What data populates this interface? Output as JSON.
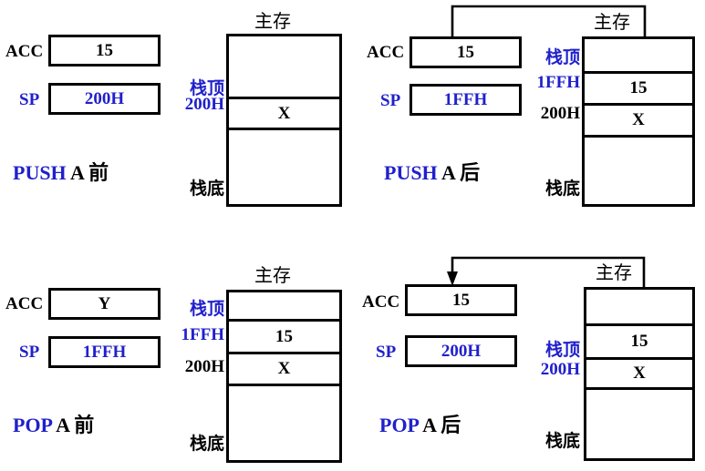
{
  "colors": {
    "accent_blue": "#2020cc",
    "ink_black": "#000000",
    "background": "#ffffff"
  },
  "diagram": {
    "title_memory": "主存",
    "stack_top_label": "栈顶",
    "stack_bottom_label": "栈底",
    "register_acc_label": "ACC",
    "register_sp_label": "SP"
  },
  "panels": [
    {
      "id": "push-before",
      "caption_op": "PUSH",
      "caption_rest": " A 前",
      "acc_label": "ACC",
      "acc_label_color": "black",
      "acc_value": "15",
      "acc_value_color": "black",
      "sp_label": "SP",
      "sp_label_color": "blue",
      "sp_value": "200H",
      "sp_value_color": "blue",
      "memory_title": "主存",
      "stack_top_marker": "栈顶",
      "stack_top_marker_color": "blue",
      "stack_top_addr": "200H",
      "stack_top_addr_color": "blue",
      "second_addr": "",
      "second_addr_color": "black",
      "stack_bottom_marker": "栈底",
      "cells": [
        "",
        "X",
        ""
      ],
      "arrow": "none"
    },
    {
      "id": "push-after",
      "caption_op": "PUSH",
      "caption_rest": " A 后",
      "acc_label": "ACC",
      "acc_label_color": "black",
      "acc_value": "15",
      "acc_value_color": "black",
      "sp_label": "SP",
      "sp_label_color": "blue",
      "sp_value": "1FFH",
      "sp_value_color": "blue",
      "memory_title": "主存",
      "stack_top_marker": "栈顶",
      "stack_top_marker_color": "blue",
      "stack_top_addr": "1FFH",
      "stack_top_addr_color": "blue",
      "second_addr": "200H",
      "second_addr_color": "black",
      "stack_bottom_marker": "栈底",
      "cells": [
        "",
        "15",
        "X",
        ""
      ],
      "arrow": "acc-to-memory"
    },
    {
      "id": "pop-before",
      "caption_op": "POP",
      "caption_rest": " A 前",
      "acc_label": "ACC",
      "acc_label_color": "black",
      "acc_value": "Y",
      "acc_value_color": "black",
      "sp_label": "SP",
      "sp_label_color": "blue",
      "sp_value": "1FFH",
      "sp_value_color": "blue",
      "memory_title": "主存",
      "stack_top_marker": "栈顶",
      "stack_top_marker_color": "blue",
      "stack_top_addr": "1FFH",
      "stack_top_addr_color": "blue",
      "second_addr": "200H",
      "second_addr_color": "black",
      "stack_bottom_marker": "栈底",
      "cells": [
        "",
        "15",
        "X",
        ""
      ],
      "arrow": "none"
    },
    {
      "id": "pop-after",
      "caption_op": "POP",
      "caption_rest": " A 后",
      "acc_label": "ACC",
      "acc_label_color": "black",
      "acc_value": "15",
      "acc_value_color": "black",
      "sp_label": "SP",
      "sp_label_color": "blue",
      "sp_value": "200H",
      "sp_value_color": "blue",
      "memory_title": "主存",
      "stack_top_marker": "栈顶",
      "stack_top_marker_color": "blue",
      "stack_top_addr": "200H",
      "stack_top_addr_color": "blue",
      "second_addr": "",
      "second_addr_color": "black",
      "stack_bottom_marker": "栈底",
      "cells": [
        "",
        "15",
        "X",
        ""
      ],
      "arrow": "memory-to-acc"
    }
  ]
}
